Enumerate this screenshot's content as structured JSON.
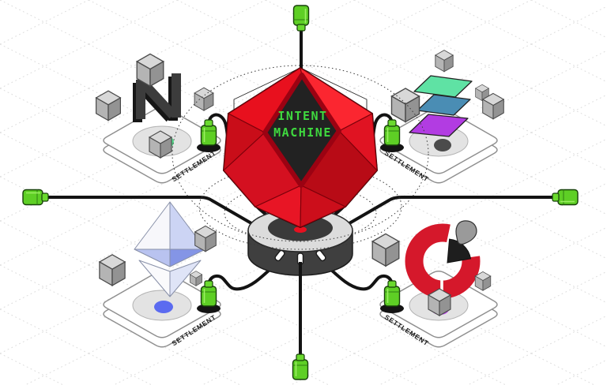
{
  "scene": {
    "machine": {
      "line1": "INTENT",
      "line2": "MACHINE",
      "screen_text_color": "#3fd93f",
      "body_color": "#ee1b24",
      "face_color": "#222222"
    },
    "platforms": [
      {
        "id": "near",
        "label": "SETTLEMENT",
        "logo": "near-logo",
        "accent": "#53d98a"
      },
      {
        "id": "solana",
        "label": "SETTLEMENT",
        "logo": "solana-logo",
        "accent": "#4b4b4b"
      },
      {
        "id": "ethereum",
        "label": "SETTLEMENT",
        "logo": "ethereum-logo",
        "accent": "#5b6bf0"
      },
      {
        "id": "pie",
        "label": "SETTLEMENT",
        "logo": "pie-chart-logo",
        "accent": "#c14df2"
      }
    ],
    "colors": {
      "plug_green": "#5ecf25",
      "cable_black": "#131313",
      "solana_teal": "#5fe2a4",
      "solana_blue": "#4a8db4",
      "solana_purple": "#b23ce2",
      "pie_red": "#d5182b",
      "grid_gray": "#dcdcdc"
    }
  }
}
